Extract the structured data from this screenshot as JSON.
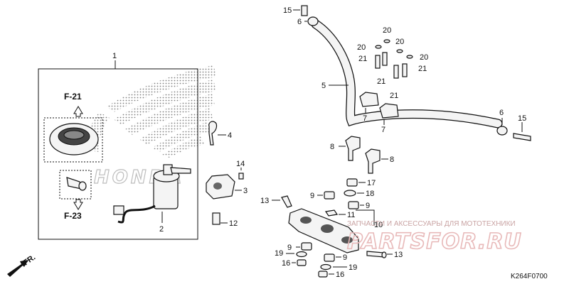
{
  "brand_logo_text": "HONDA",
  "frame_label": "1",
  "fig_refs": {
    "upper": "F-21",
    "lower": "F-23"
  },
  "direction": "FR.",
  "diagram_code": "K264F0700",
  "watermark": {
    "top": "ЗАПЧАСТИ И АКСЕССУАРЫ ДЛЯ МОТОТЕХНИКИ",
    "logo": "PARTSFOR.RU"
  },
  "callouts": {
    "c1": "1",
    "c2": "2",
    "c3": "3",
    "c4": "4",
    "c5": "5",
    "c6a": "6",
    "c6b": "6",
    "c7a": "7",
    "c7b": "7",
    "c8a": "8",
    "c8b": "8",
    "c9a": "9",
    "c9b": "9",
    "c9c": "9",
    "c9d": "9",
    "c10": "10",
    "c11": "11",
    "c12": "12",
    "c13a": "13",
    "c13b": "13",
    "c14": "14",
    "c15a": "15",
    "c15b": "15",
    "c16a": "16",
    "c16b": "16",
    "c17": "17",
    "c18": "18",
    "c19a": "19",
    "c19b": "19",
    "c20a": "20",
    "c20b": "20",
    "c20c": "20",
    "c20d": "20",
    "c21a": "21",
    "c21b": "21",
    "c21c": "21",
    "c21d": "21"
  }
}
